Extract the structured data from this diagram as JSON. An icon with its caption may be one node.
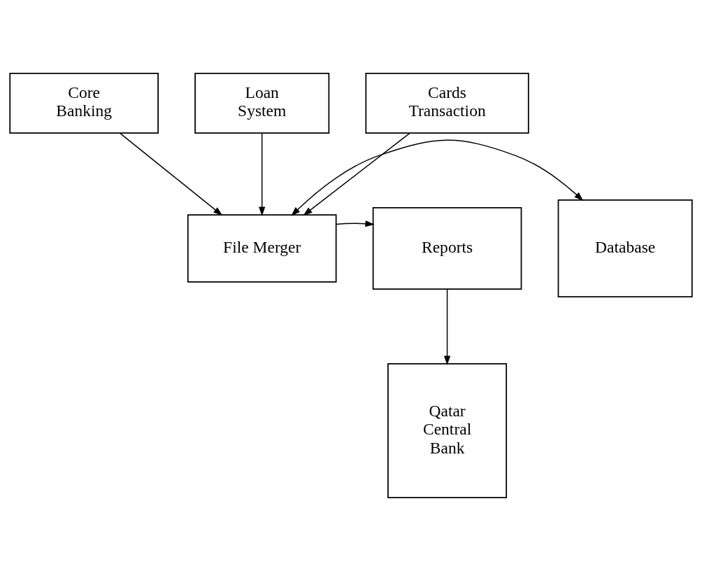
{
  "diagram": {
    "nodes": [
      {
        "text": [
          "Core Banking"
        ]
      },
      {
        "text": [
          "Loan System"
        ]
      },
      {
        "text": [
          "Cards Transaction"
        ]
      },
      {
        "text": [
          "File Merger"
        ]
      },
      {
        "text": [
          "Database"
        ]
      },
      {
        "text": [
          "Reports"
        ]
      },
      {
        "text": [
          "Qatar Central Bank"
        ]
      }
    ],
    "edges": [
      {
        "from": 0,
        "to": 3,
        "arrow": "to"
      },
      {
        "from": 1,
        "to": 3,
        "arrow": "to"
      },
      {
        "from": 2,
        "to": 3,
        "arrow": "to"
      },
      {
        "from": 3,
        "to": 4,
        "arrow": "both"
      },
      {
        "from": 3,
        "to": 5,
        "arrow": "to"
      },
      {
        "from": 5,
        "to": 6,
        "arrow": "to"
      }
    ]
  }
}
